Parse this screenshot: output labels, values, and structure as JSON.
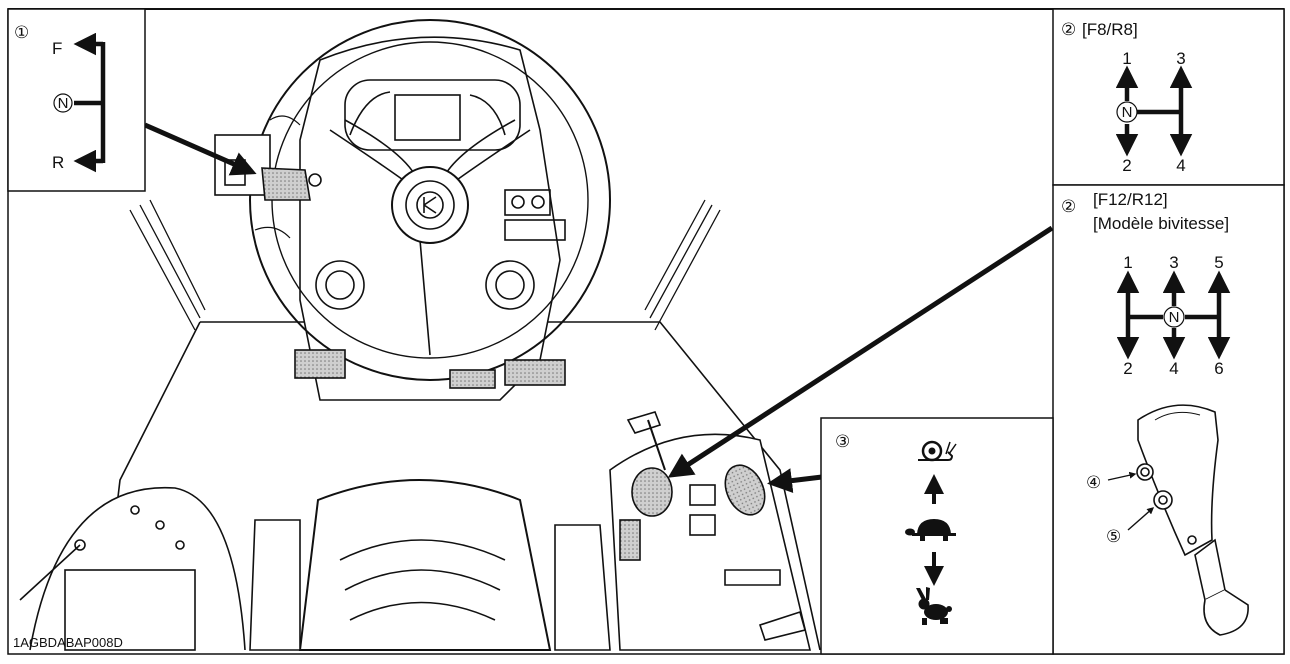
{
  "inset_1": {
    "number": "①",
    "forward": "F",
    "neutral": "N",
    "reverse": "R"
  },
  "inset_2a": {
    "number": "②",
    "title": "[F8/R8]",
    "gears": [
      "1",
      "3",
      "2",
      "4"
    ],
    "neutral": "N"
  },
  "inset_2b": {
    "number": "②",
    "title": "[F12/R12]",
    "subtitle": "[Modèle bivitesse]",
    "gears": [
      "1",
      "3",
      "5",
      "2",
      "4",
      "6"
    ],
    "neutral": "N",
    "button_4": "④",
    "button_5": "⑤"
  },
  "inset_3": {
    "number": "③",
    "icons": [
      "snail-icon",
      "turtle-icon",
      "rabbit-icon"
    ]
  },
  "figure_code": "1AGBDABAP008D",
  "colors": {
    "line": "#111111",
    "knob_fill": "#bdbdbd"
  }
}
